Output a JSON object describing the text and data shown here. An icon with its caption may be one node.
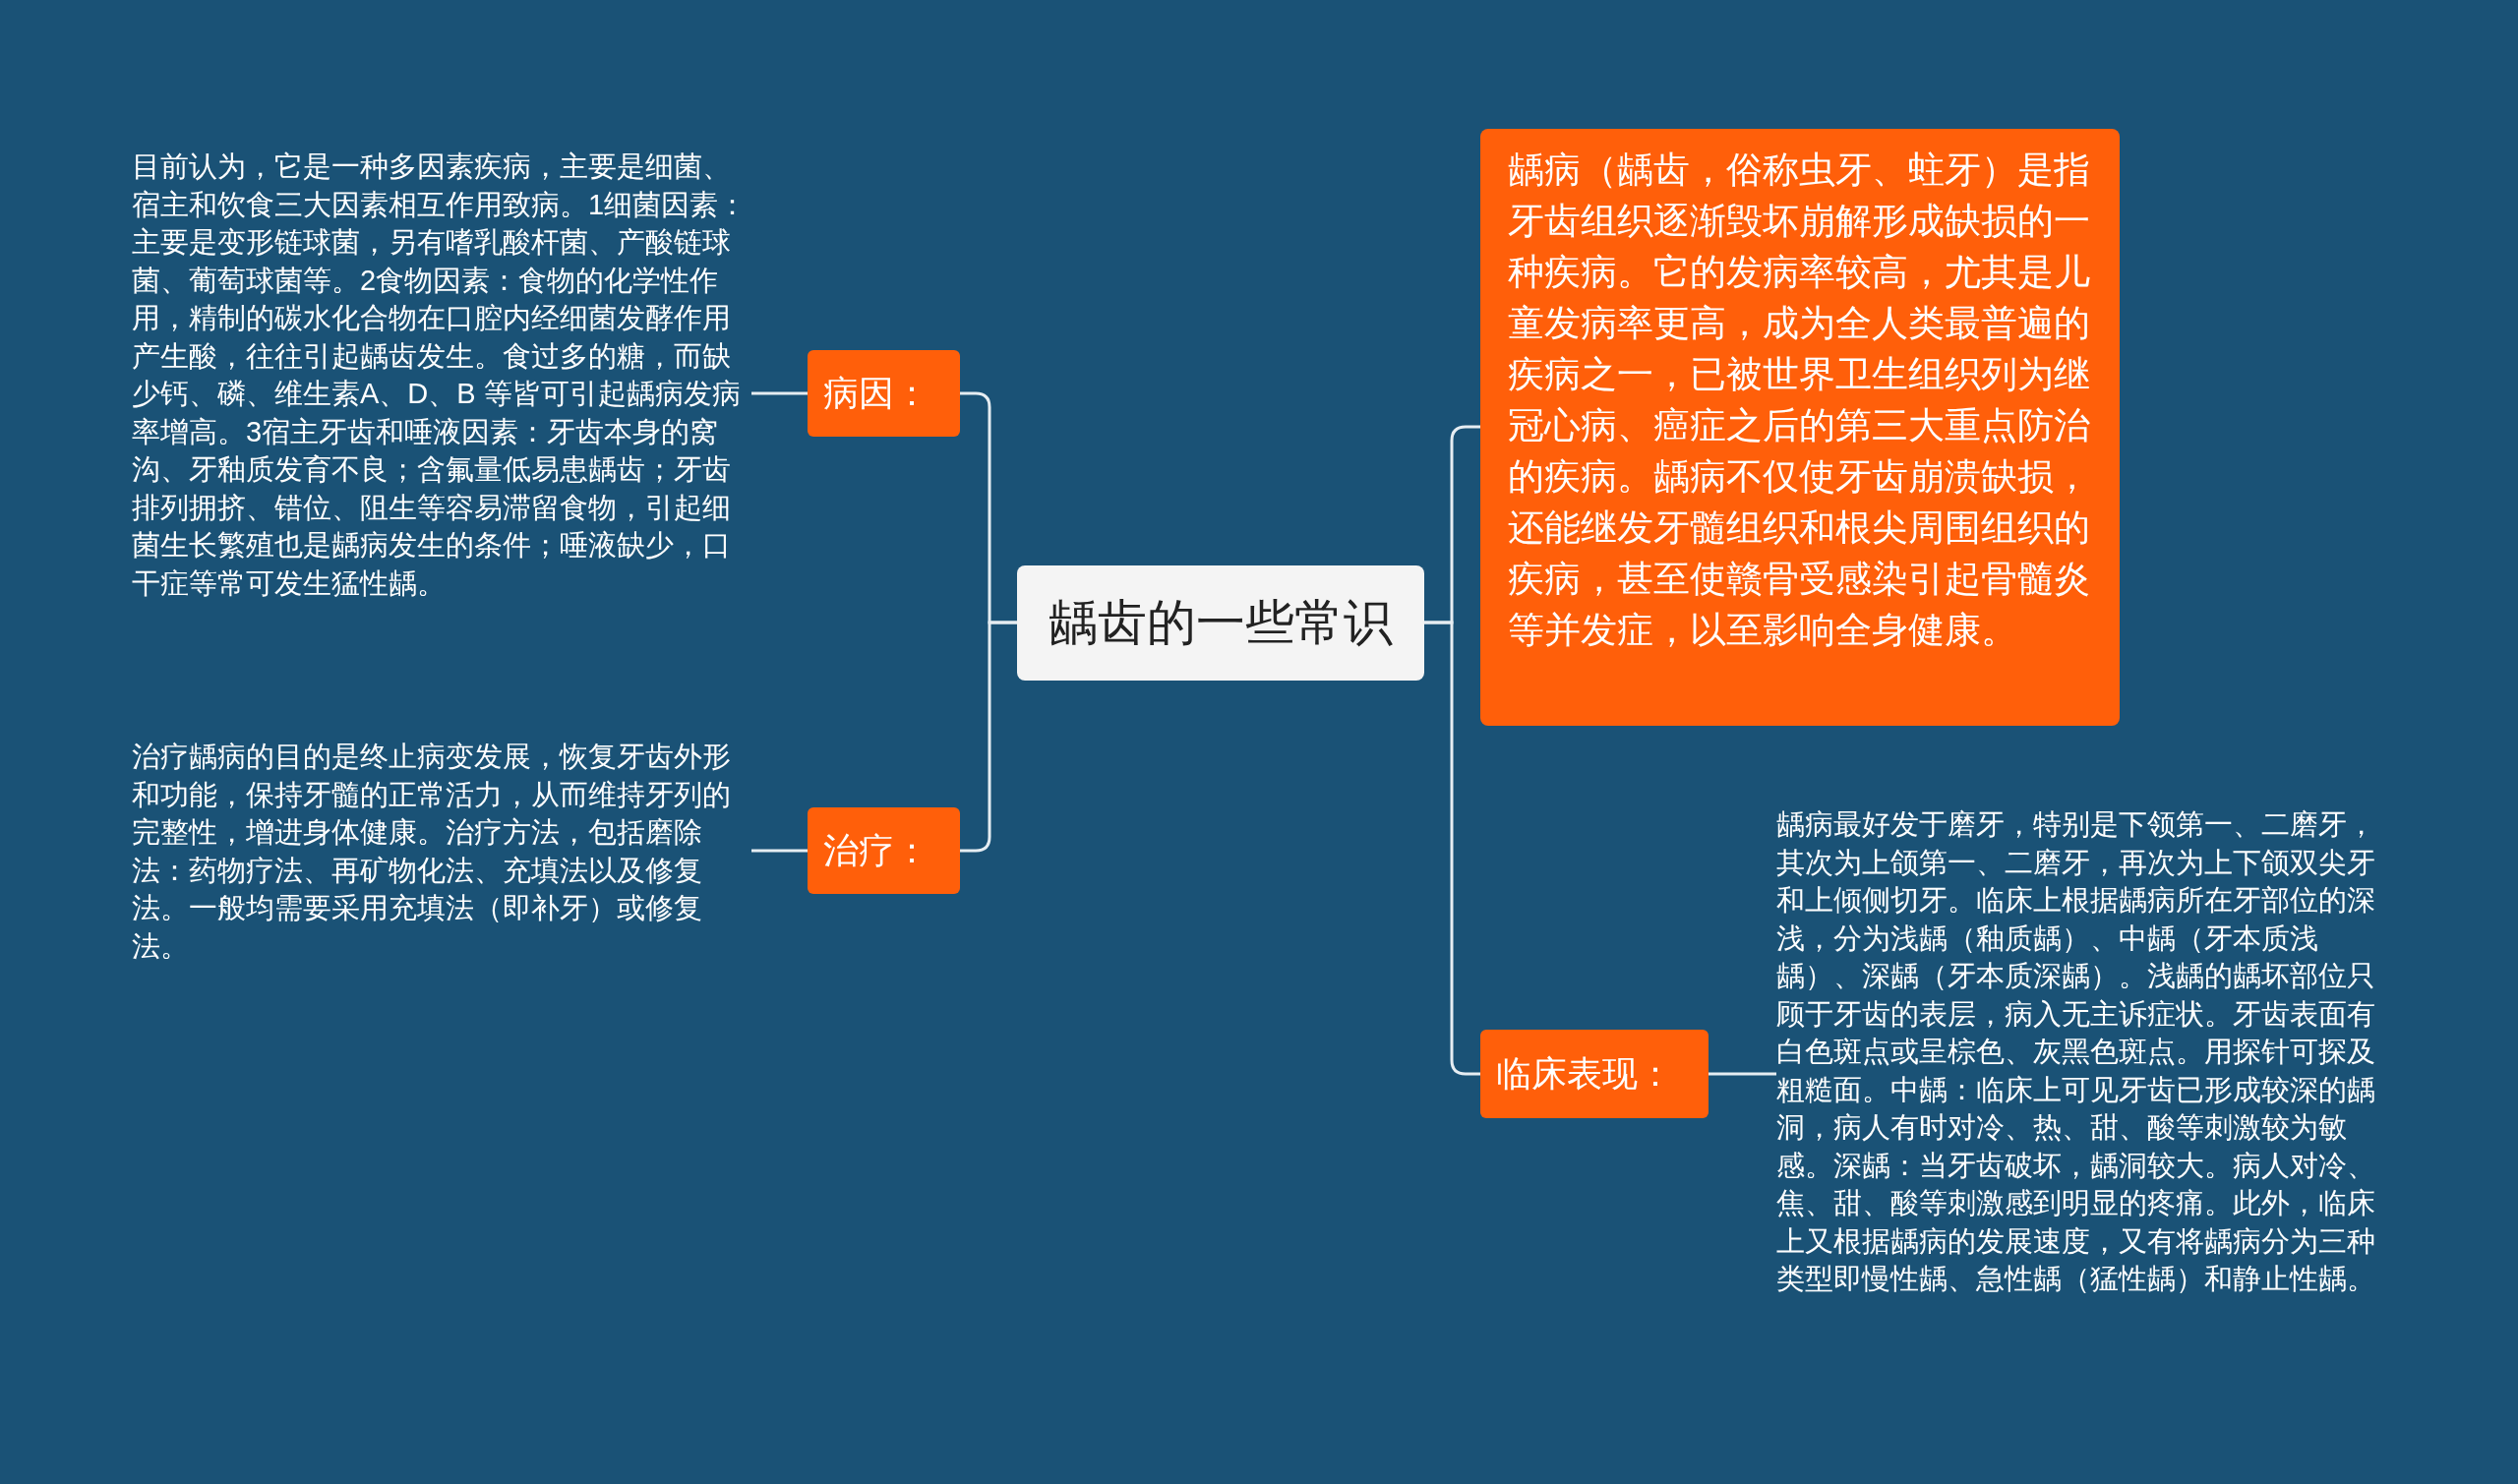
{
  "diagram": {
    "nodes": [
      {
        "text": [
          "龋齿的一些常识"
        ]
      },
      {
        "text": [
          "病因："
        ]
      },
      {
        "text": [
          "目前认为，它是一种多因素疾病，主要是细菌、宿主和饮食三大因素相互作用致病。1细菌因素：主要是变形链球菌，另有嗜乳酸杆菌、产酸链球菌、葡萄球菌等。2食物因素：食物的化学性作用，精制的碳水化合物在口腔内经细菌发酵作用产生酸，往往引起龋齿发生。食过多的糖，而缺少钙、磷、维生素A、D、B 等皆可引起龋病发病率增高。3宿主牙齿和唾液因素：牙齿本身的窝沟、牙釉质发育不良；含氟量低易患龋齿；牙齿排列拥挤、错位、阻生等容易滞留食物，引起细菌生长繁殖也是龋病发生的条件；唾液缺少，口干症等常可发生猛性龋。"
        ]
      },
      {
        "text": [
          "治疗："
        ]
      },
      {
        "text": [
          "治疗龋病的目的是终止病变发展，恢复牙齿外形和功能，保持牙髓的正常活力，从而维持牙列的完整性，增进身体健康。治疗方法，包括磨除法：药物疗法、再矿物化法、充填法以及修复法。一般均需要采用充填法（即补牙）或修复法。"
        ]
      },
      {
        "text": [
          "龋病（龋齿，俗称虫牙、蛀牙）是指牙齿组织逐渐毁坏崩解形成缺损的一种疾病。它的发病率较高，尤其是儿童发病率更高，成为全人类最普遍的疾病之一，已被世界卫生组织列为继冠心病、癌症之后的第三大重点防治的疾病。龋病不仅使牙齿崩溃缺损，还能继发牙髓组织和根尖周围组织的疾病，甚至使赣骨受感染引起骨髓炎等并发症，以至影响全身健康。"
        ]
      },
      {
        "text": [
          "临床表现："
        ]
      },
      {
        "text": [
          "龋病最好发于磨牙，特别是下领第一、二磨牙，其次为上颌第一、二磨牙，再次为上下颌双尖牙和上倾侧切牙。临床上根据龋病所在牙部位的深浅，分为浅龋（釉质龋）、中龋（牙本质浅龋）、深龋（牙本质深龋）。浅龋的龋坏部位只顾于牙齿的表层，病入无主诉症状。牙齿表面有白色斑点或呈棕色、灰黑色斑点。用探针可探及粗糙面。中龋：临床上可见牙齿已形成较深的龋洞，病人有时对冷、热、甜、酸等刺激较为敏感。深龋：当牙齿破坏，龋洞较大。病人对冷、焦、甜、酸等刺激感到明显的疼痛。此外，临床上又根据龋病的发展速度，又有将龋病分为三种类型即慢性龋、急性龋（猛性龋）和静止性龋。"
        ]
      }
    ],
    "edges": [
      {
        "from": 0,
        "to": 1,
        "arrow": "none"
      },
      {
        "from": 1,
        "to": 2,
        "arrow": "none"
      },
      {
        "from": 0,
        "to": 3,
        "arrow": "none"
      },
      {
        "from": 3,
        "to": 4,
        "arrow": "none"
      },
      {
        "from": 0,
        "to": 5,
        "arrow": "none"
      },
      {
        "from": 0,
        "to": 6,
        "arrow": "none"
      },
      {
        "from": 6,
        "to": 7,
        "arrow": "none"
      }
    ]
  }
}
